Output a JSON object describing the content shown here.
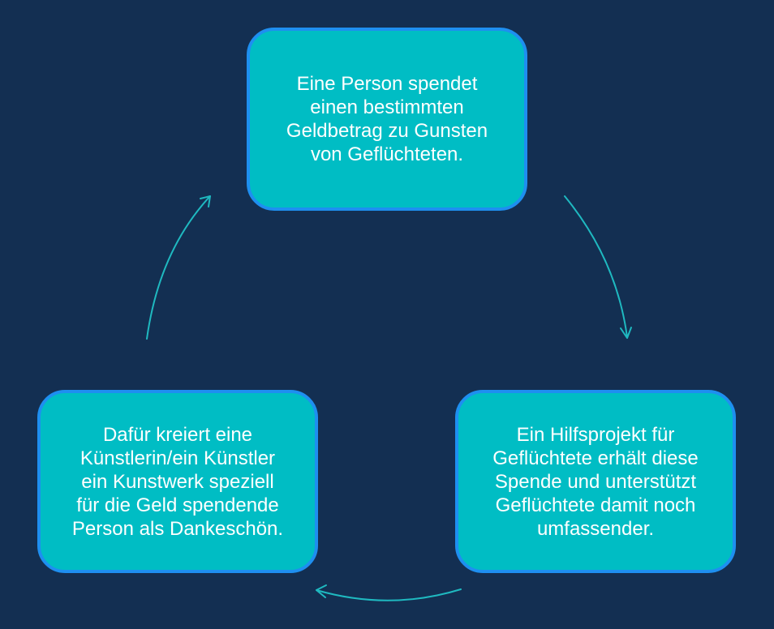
{
  "steps": [
    {
      "text": "Eine Person spendet\neinen bestimmten\nGeldbetrag zu Gunsten\nvon Geflüchteten."
    },
    {
      "text": "Ein Hilfsprojekt für\nGeflüchtete erhält diese\nSpende und unterstützt\nGeflüchtete damit noch\numfassender."
    },
    {
      "text": "Dafür kreiert eine\nKünstlerin/ein Künstler\nein Kunstwerk speziell\nfür die Geld spendende\nPerson als Dankeschön."
    }
  ],
  "colors": {
    "background": "#132f52",
    "box_fill": "#00bdc4",
    "box_border": "#1e8ff0",
    "arrow": "#1fb9c0",
    "text": "#ffffff"
  }
}
